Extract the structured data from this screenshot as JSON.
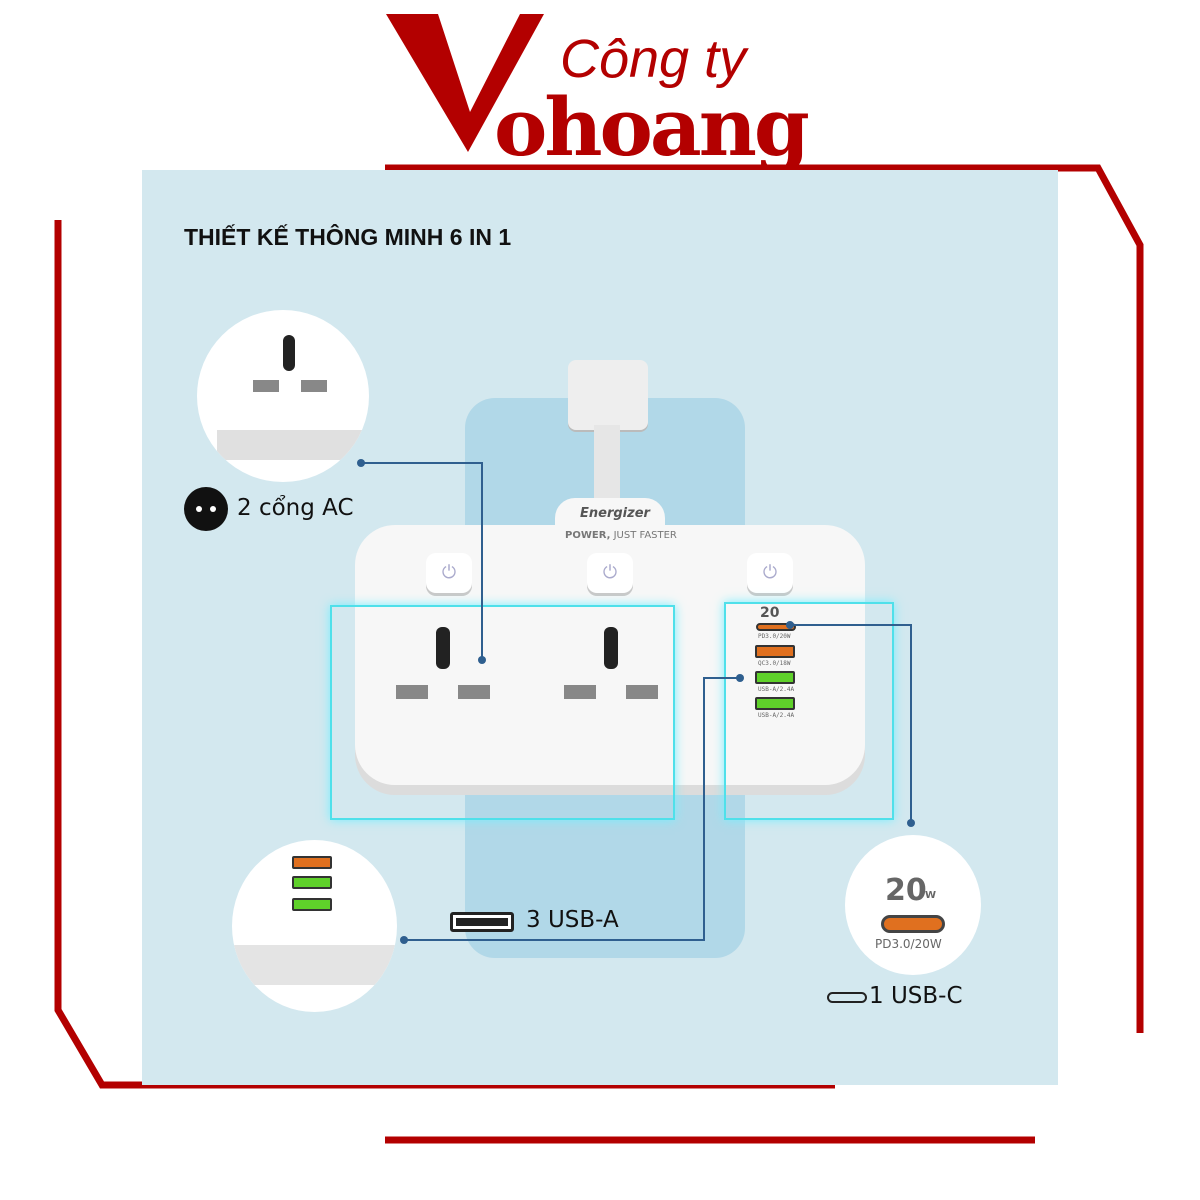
{
  "logo": {
    "company": "Công ty",
    "brand": "ohoang",
    "color": "#b30000"
  },
  "title": "THIẾT KẾ THÔNG MINH 6 IN 1",
  "product": {
    "brand": "Energizer",
    "slogan_bold": "POWER,",
    "slogan": "JUST FASTER",
    "ports": [
      {
        "label": "PD3.0/20W",
        "color": "#e0701f"
      },
      {
        "label": "QC3.0/18W",
        "color": "#e0701f"
      },
      {
        "label": "USB-A/2.4A",
        "color": "#5fd12a"
      },
      {
        "label": "USB-A/2.4A",
        "color": "#5fd12a"
      }
    ],
    "badge": "20"
  },
  "features": {
    "ac": "2 cổng AC",
    "usba": "3 USB-A",
    "usbc": "1 USB-C",
    "usbc_badge": "20",
    "usbc_badge_unit": "W",
    "usbc_spec": "PD3.0/20W"
  },
  "colors": {
    "panel": "#d3e8ef",
    "accent": "#b30000",
    "line": "#2f5f8f",
    "glow": "#4fe0ea"
  }
}
